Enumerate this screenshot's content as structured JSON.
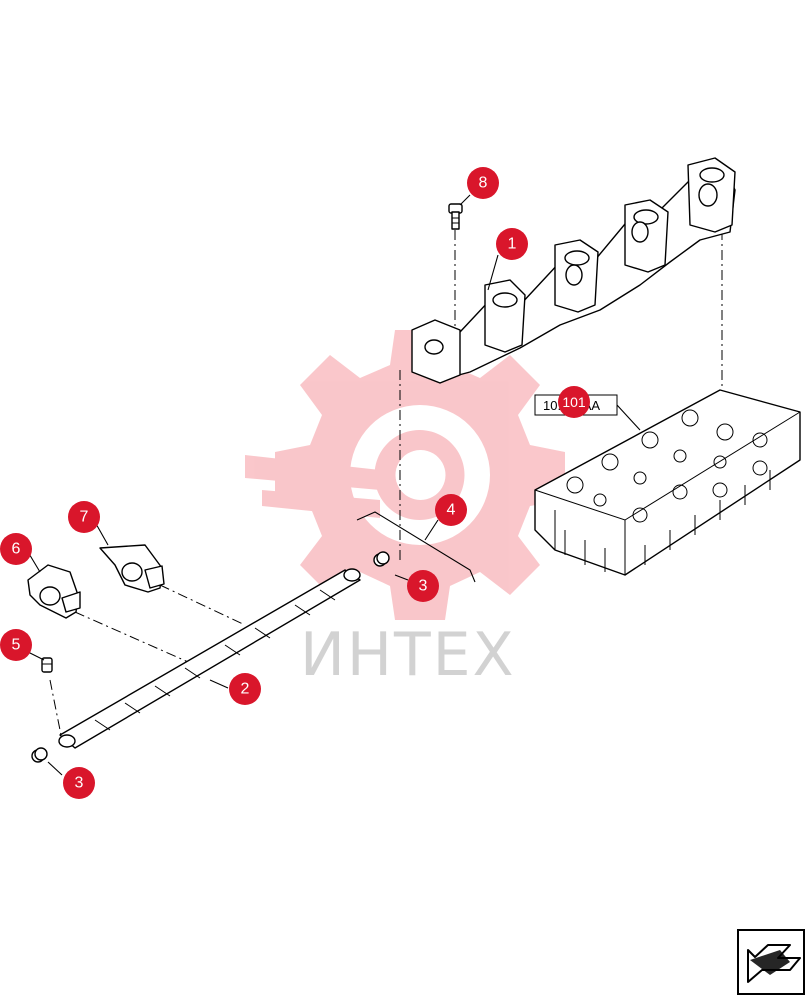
{
  "watermark": {
    "text": "ИНТЕХ",
    "color": "#e60012"
  },
  "reference_label": {
    "text": "10.101AA"
  },
  "callouts": [
    {
      "id": "1",
      "label": "1"
    },
    {
      "id": "2",
      "label": "2"
    },
    {
      "id": "3a",
      "label": "3"
    },
    {
      "id": "3b",
      "label": "3"
    },
    {
      "id": "4",
      "label": "4"
    },
    {
      "id": "5",
      "label": "5"
    },
    {
      "id": "6",
      "label": "6"
    },
    {
      "id": "7",
      "label": "7"
    },
    {
      "id": "8",
      "label": "8"
    },
    {
      "id": "ref",
      "label": "101"
    }
  ],
  "colors": {
    "callout": "#d9162b",
    "line": "#000000",
    "background": "#ffffff"
  },
  "icons": {
    "nav": "next-page-arrow-icon"
  }
}
